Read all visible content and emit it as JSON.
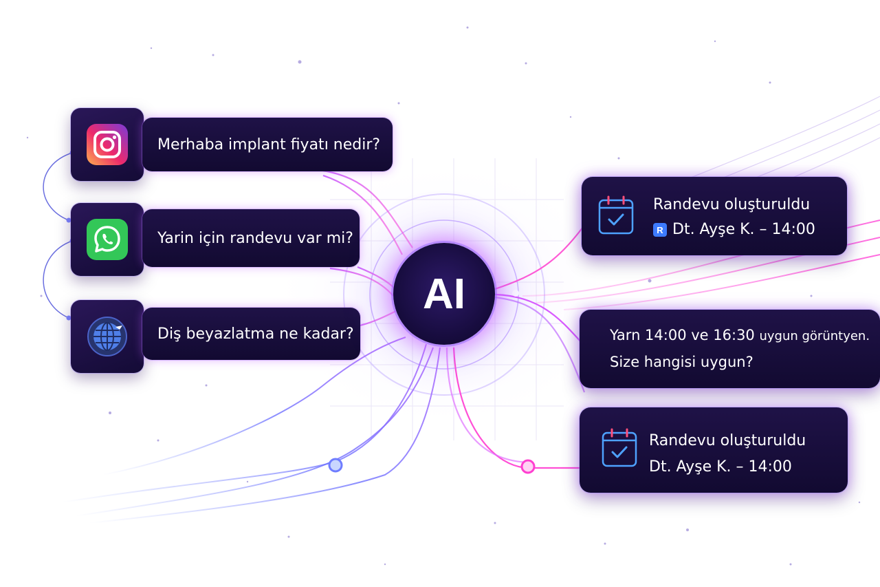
{
  "core": {
    "label": "AI"
  },
  "channels": [
    {
      "icon": "instagram-icon",
      "message": "Merhaba implant fiyatı nedir?"
    },
    {
      "icon": "whatsapp-icon",
      "message": "Yarin için randevu var mi?"
    },
    {
      "icon": "globe-icon",
      "message": "Diş beyazlatma ne kadar?"
    }
  ],
  "outputs": {
    "appointment_top": {
      "title": "Randevu oluşturuldu",
      "badge": "R",
      "detail": "Dt. Ayşe K. – 14:00"
    },
    "reply": {
      "line1_main": "Yarn 14:00 ve 16:30 ",
      "line1_small": "uygun görüntyen.",
      "line2": "Size hangisi uygun?"
    },
    "appointment_bottom": {
      "title": "Randevu oluşturuldu",
      "detail": "Dt. Ayşe K. – 14:00"
    }
  },
  "colors": {
    "card_bg": "#160c3a",
    "glow_magenta": "#d94bff",
    "glow_blue": "#6a7bff",
    "accent_blue": "#4ea2ff"
  }
}
